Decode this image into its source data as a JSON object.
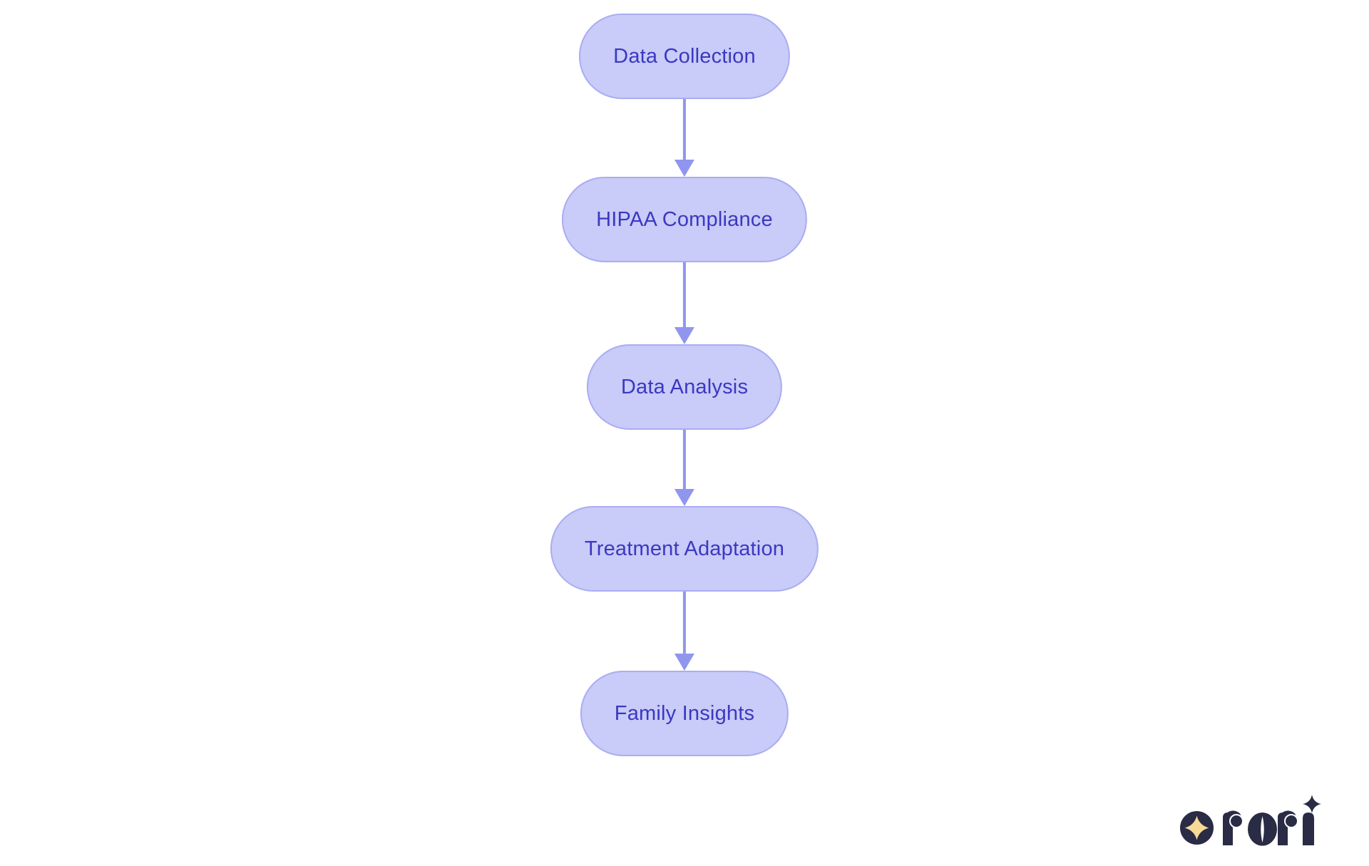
{
  "background": "#ffffff",
  "colors": {
    "background": "#ffffff",
    "node-fill": "#c9cbf8",
    "node-border": "#a9adf2",
    "node-text": "#3a39c1",
    "arrow": "#9095ee",
    "logo-navy": "#2a2b45",
    "logo-gold": "#f6da96"
  },
  "flowchart": {
    "nodes": [
      {
        "label": "Data Collection"
      },
      {
        "label": "HIPAA Compliance"
      },
      {
        "label": "Data Analysis"
      },
      {
        "label": "Treatment Adaptation"
      },
      {
        "label": "Family Insights"
      }
    ]
  },
  "logo": {
    "brand": "rori"
  }
}
